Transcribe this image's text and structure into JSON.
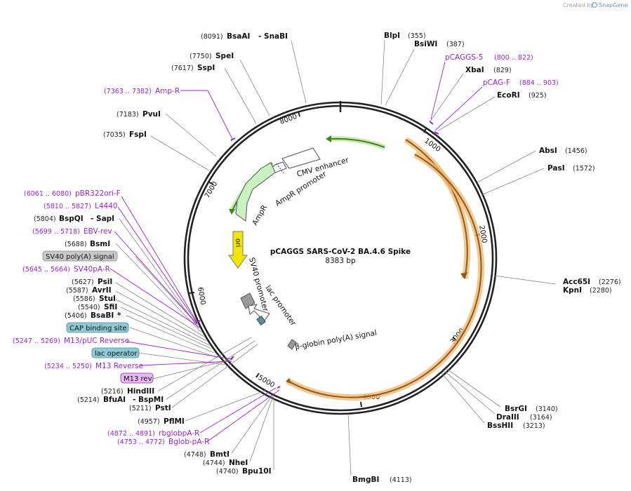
{
  "watermark": {
    "prefix": "Created by",
    "brand": "SnapGene"
  },
  "plasmid": {
    "name": "pCAGGS SARS-CoV-2 BA.4.6 Spike",
    "size": "8383 bp"
  },
  "ticks": [
    "1000",
    "2000",
    "3000",
    "4000",
    "5000",
    "6000",
    "7000",
    "8000"
  ],
  "sites": [
    {
      "pos": "(8091)",
      "name": "BsaAI",
      "suffix": "- SnaBI"
    },
    {
      "pos": "(7750)",
      "name": "SpeI"
    },
    {
      "pos": "(7617)",
      "name": "SspI"
    },
    {
      "pos": "(7183)",
      "name": "PvuI"
    },
    {
      "pos": "(7035)",
      "name": "FspI"
    },
    {
      "pos": "(355)",
      "name": "BlpI"
    },
    {
      "pos": "(387)",
      "name": "BsiWI"
    },
    {
      "pos": "(829)",
      "name": "XbaI"
    },
    {
      "pos": "(925)",
      "name": "EcoRI"
    },
    {
      "pos": "(1456)",
      "name": "AbsI"
    },
    {
      "pos": "(1572)",
      "name": "PasI"
    },
    {
      "pos": "(2276)",
      "name": "Acc65I"
    },
    {
      "pos": "(2280)",
      "name": "KpnI"
    },
    {
      "pos": "(3140)",
      "name": "BsrGI"
    },
    {
      "pos": "(3164)",
      "name": "DraIII"
    },
    {
      "pos": "(3213)",
      "name": "BssHII"
    },
    {
      "pos": "(4113)",
      "name": "BmgBI"
    },
    {
      "pos": "(5804)",
      "name": "BspQI",
      "suffix": "- SapI"
    },
    {
      "pos": "(5688)",
      "name": "BsmI"
    },
    {
      "pos": "(5627)",
      "name": "PsiI"
    },
    {
      "pos": "(5587)",
      "name": "AvrII"
    },
    {
      "pos": "(5586)",
      "name": "StuI"
    },
    {
      "pos": "(5540)",
      "name": "SfiI"
    },
    {
      "pos": "(5406)",
      "name": "BsaBI",
      "suffix": "*"
    },
    {
      "pos": "(5216)",
      "name": "HindIII"
    },
    {
      "pos": "(5214)",
      "name": "BfuAI",
      "suffix": "- BspMI"
    },
    {
      "pos": "(5211)",
      "name": "PstI"
    },
    {
      "pos": "(4957)",
      "name": "PflMI"
    },
    {
      "pos": "(4748)",
      "name": "BmtI"
    },
    {
      "pos": "(4744)",
      "name": "NheI"
    },
    {
      "pos": "(4740)",
      "name": "Bpu10I"
    }
  ],
  "primers": [
    {
      "range": "(7363 .. 7382)",
      "name": "Amp-R"
    },
    {
      "name": "pCAGGS-5",
      "range": "(800 .. 822)"
    },
    {
      "name": "pCAG-F",
      "range": "(884 .. 903)"
    },
    {
      "range": "(6061 .. 6080)",
      "name": "pBR322ori-F"
    },
    {
      "range": "(5810 .. 5827)",
      "name": "L4440"
    },
    {
      "range": "(5699 .. 5718)",
      "name": "EBV-rev"
    },
    {
      "range": "(5645 .. 5664)",
      "name": "SV40pA-R"
    },
    {
      "range": "(5247 .. 5269)",
      "name": "M13/pUC Reverse"
    },
    {
      "range": "(5234 .. 5250)",
      "name": "M13 Reverse"
    },
    {
      "range": "(4872 .. 4891)",
      "name": "rbglobpA-R"
    },
    {
      "range": "(4753 .. 4772)",
      "name": "Bglob-pA-R"
    }
  ],
  "badges": [
    {
      "label": "SV40 poly(A) signal",
      "color": "#c8c8c8"
    },
    {
      "label": "CAP binding site",
      "color": "#8ec9d6"
    },
    {
      "label": "lac operator",
      "color": "#8ec9d6"
    },
    {
      "label": "M13 rev",
      "color": "#e6b8f0"
    }
  ],
  "features": {
    "cmv": "CMV enhancer",
    "ampr_promoter": "AmpR promoter",
    "ampr": "AmpR",
    "ori": "ori",
    "sv40_promoter": "SV40 promoter",
    "lac_promoter": "lac promoter",
    "bglobin": "β-globin poly(A) signal"
  },
  "colors": {
    "spike": "#f2b56b",
    "spike_core": "#8a5a1e",
    "green": "#7cc24a",
    "ori": "#f5e600",
    "primer": "#9b26c6",
    "backbone": "#222222"
  }
}
